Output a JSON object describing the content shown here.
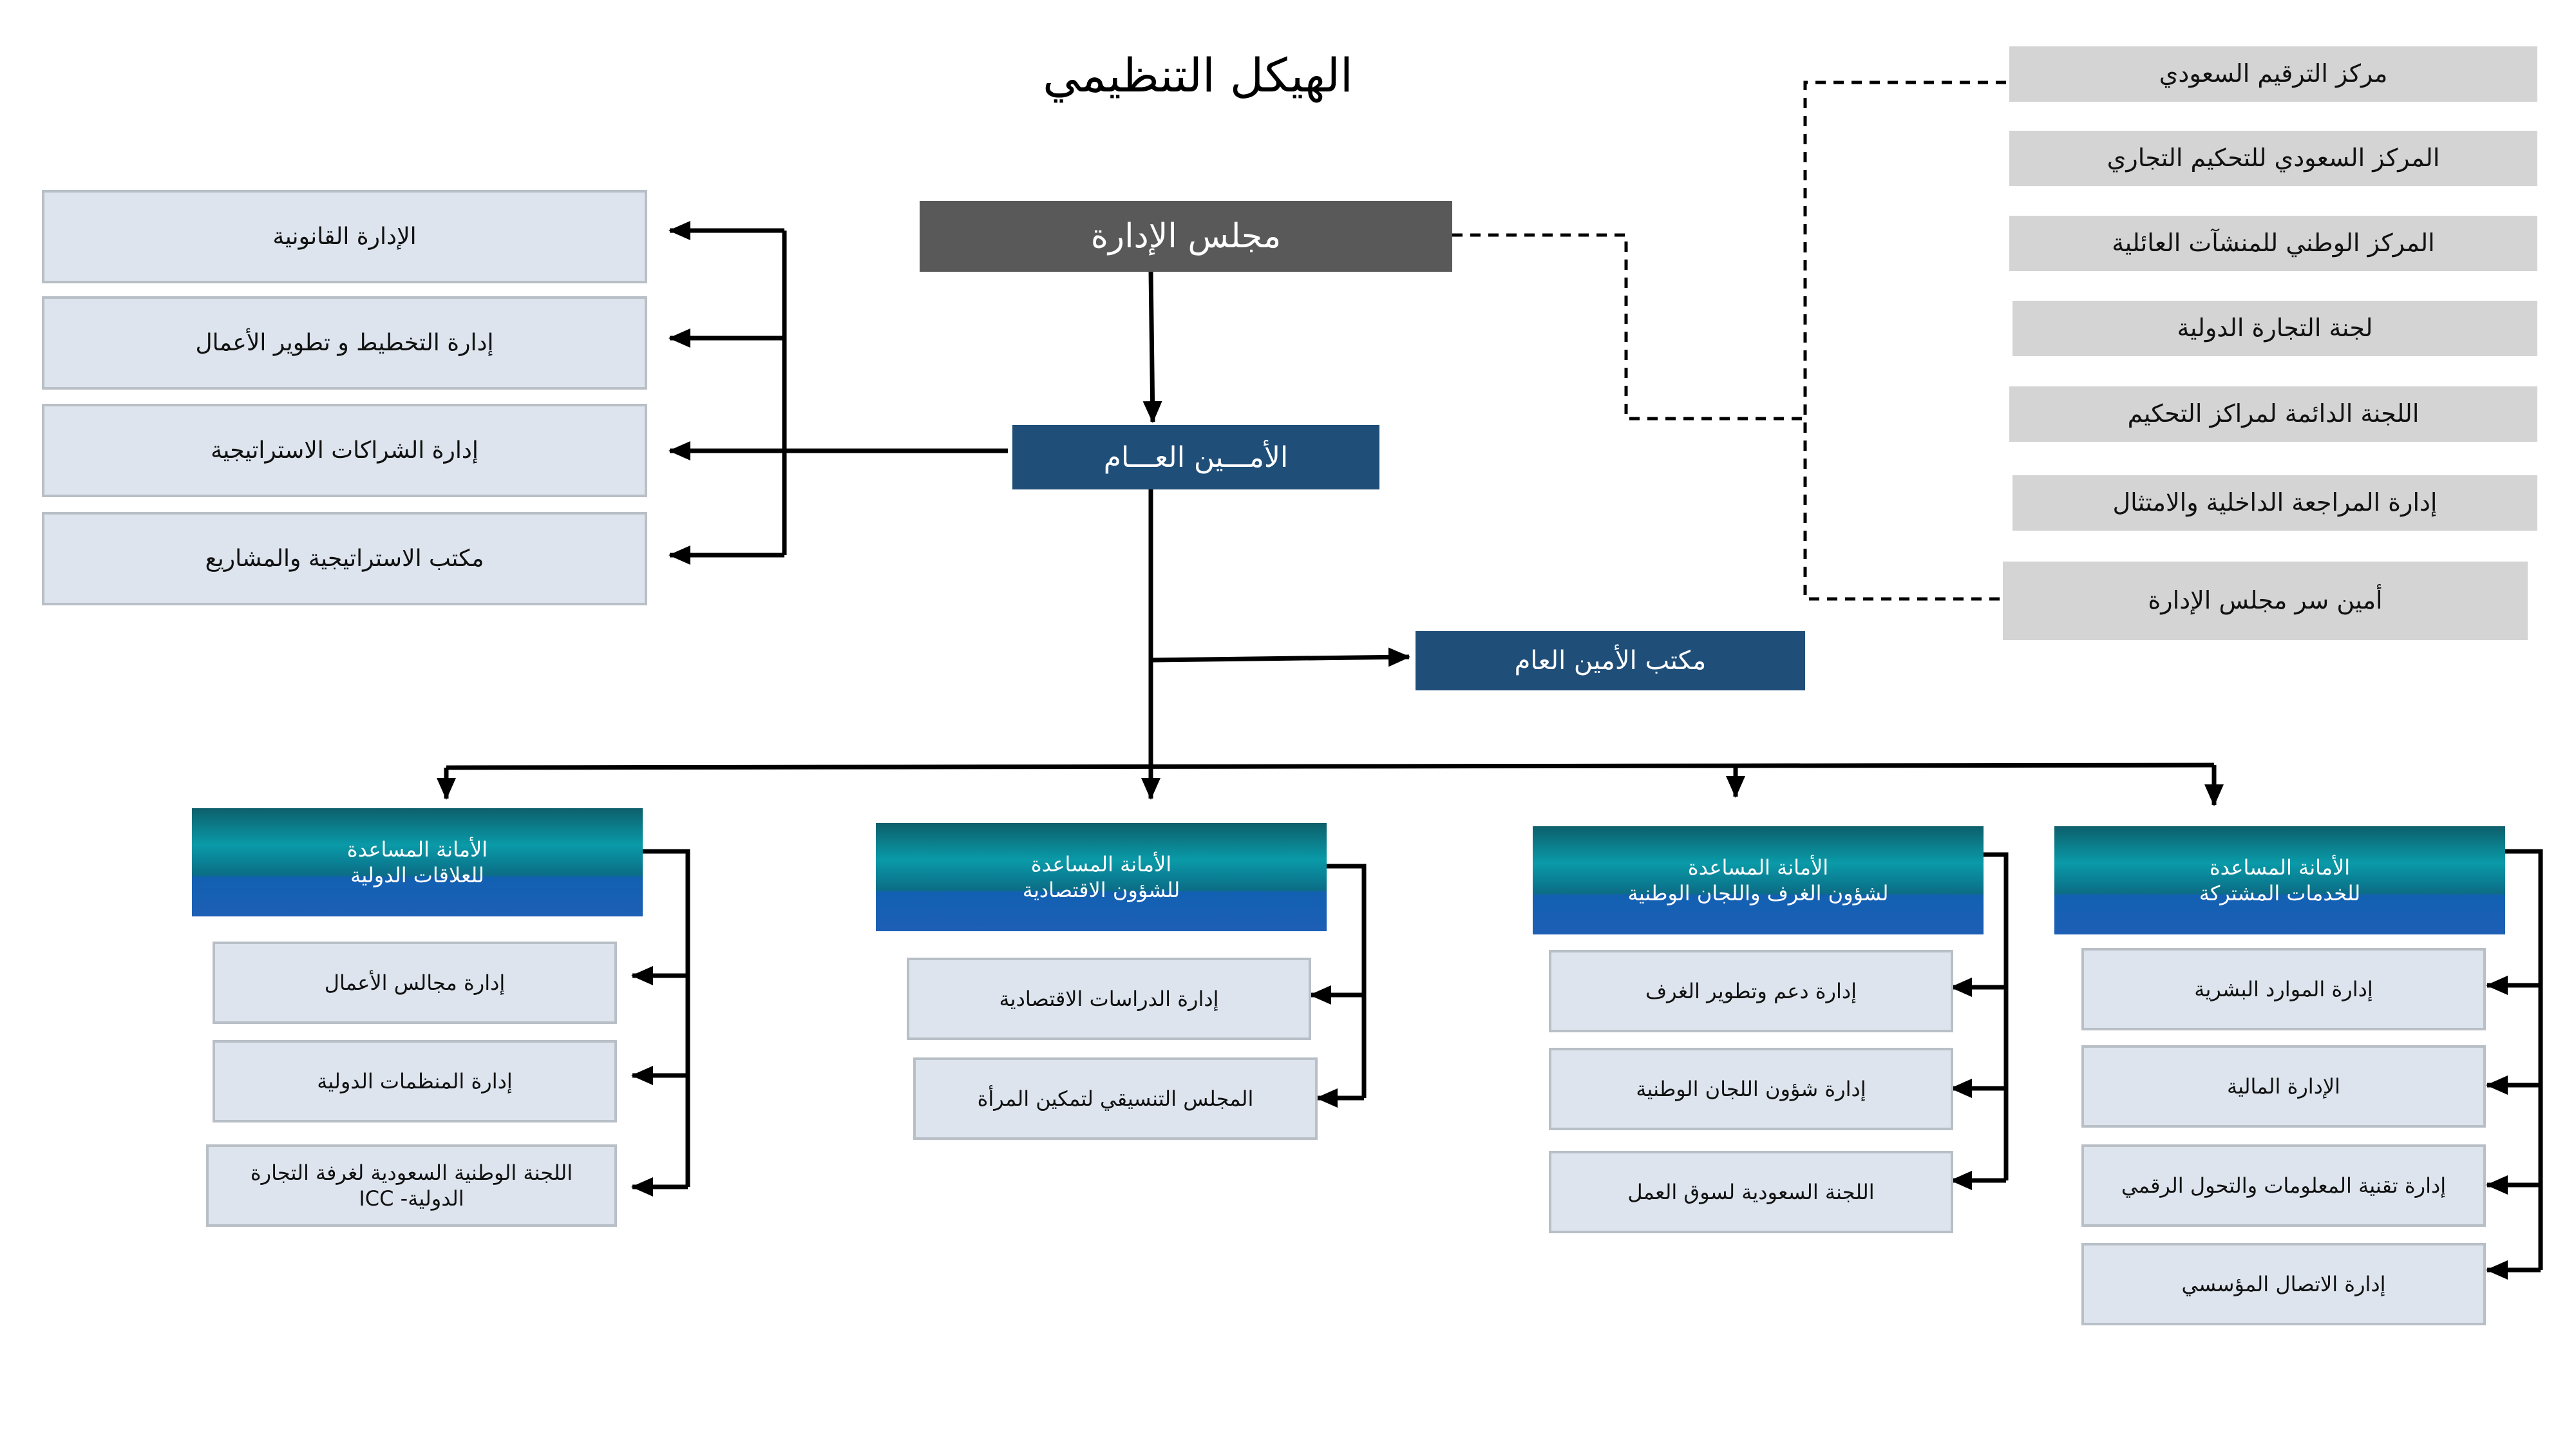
{
  "title": "الهيكل التنظيمي",
  "board": "مجلس  الإدارة",
  "secretary_general": "الأمـــين العـــام",
  "sg_office": "مكتب الأمين العام",
  "left_units": [
    "الإدارة القانونية",
    "إدارة التخطيط و تطوير الأعمال",
    "إدارة الشراكات الاستراتيجية",
    "مكتب الاستراتيجية والمشاريع"
  ],
  "board_units": [
    "مركز الترقيم السعودي",
    "المركز السعودي للتحكيم التجاري",
    "المركز الوطني للمنشآت العائلية",
    "لجنة التجارة الدولية",
    "اللجنة الدائمة لمراكز التحكيم",
    "إدارة المراجعة الداخلية والامتثال",
    "أمين سر مجلس الإدارة"
  ],
  "assistants": [
    {
      "line1": "الأمانة المساعدة",
      "line2": "للعلاقات الدولية",
      "units": [
        "إدارة مجالس الأعمال",
        "إدارة المنظمات الدولية",
        "اللجنة الوطنية السعودية لغرفة التجارة الدولية- ICC"
      ]
    },
    {
      "line1": "الأمانة المساعدة",
      "line2": "للشؤون الاقتصادية",
      "units": [
        "إدارة الدراسات الاقتصادية",
        "المجلس التنسيقي لتمكين المرأة"
      ]
    },
    {
      "line1": "الأمانة المساعدة",
      "line2": "لشؤون الغرف واللجان الوطنية",
      "units": [
        "إدارة دعم وتطوير الغرف",
        "إدارة شؤون اللجان الوطنية",
        "اللجنة السعودية لسوق العمل"
      ]
    },
    {
      "line1": "الأمانة المساعدة",
      "line2": "للخدمات المشتركة",
      "units": [
        "إدارة الموارد البشرية",
        "الإدارة المالية",
        "إدارة تقنية المعلومات والتحول الرقمي",
        "إدارة الاتصال المؤسسي"
      ]
    }
  ]
}
